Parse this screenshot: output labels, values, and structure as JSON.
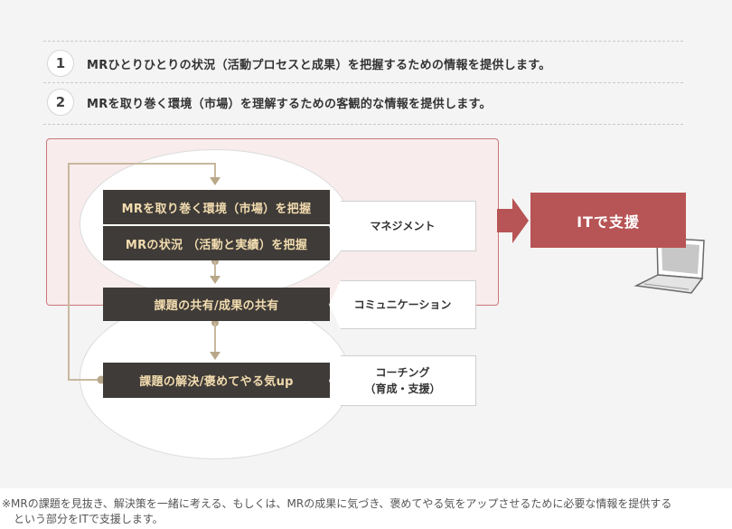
{
  "points": [
    {
      "number": "1",
      "text": "MRひとりひとりの状況（活動プロセスと成果）を把握するための情報を提供します。"
    },
    {
      "number": "2",
      "text": "MRを取り巻く環境（市場）を理解するための客観的な情報を提供します。"
    }
  ],
  "steps": {
    "environment": "MRを取り巻く環境（市場）を把握",
    "status": "MRの状況 （活動と実績）を把握",
    "share": "課題の共有/成果の共有",
    "solve": "課題の解決/褒めてやる気up"
  },
  "labels": {
    "management": "マネジメント",
    "communication": "コミュニケーション",
    "coaching_line1": "コーチング",
    "coaching_line2": "（育成・支援）"
  },
  "it_support": "ITで支援",
  "footnote": {
    "line1": "※MRの課題を見抜き、解決策を一緒に考える、もしくは、MRの成果に気づき、褒めてやる気をアップさせるために必要な情報を提供する",
    "line2": "という部分をITで支援します。"
  },
  "colors": {
    "dark": "#3f3b38",
    "gold_text": "#f2dcaf",
    "accent_red": "#b75455",
    "pink_bg": "#f8ecec",
    "line": "#c8b89e"
  }
}
